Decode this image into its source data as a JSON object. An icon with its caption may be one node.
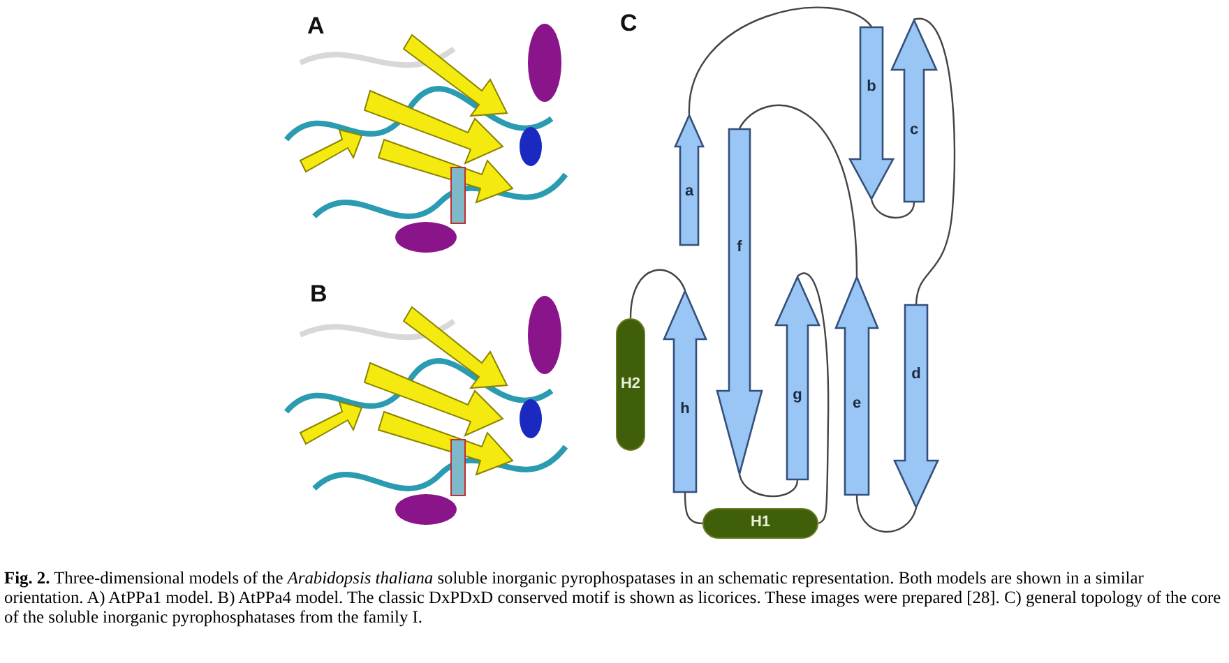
{
  "diagram": {
    "caption": "**Fig. 2.** Three-dimensional models of the *Arabidopsis thaliana* soluble inorganic pyrophospatases in an schematic representation. Both models are shown in a similar orientation. A) AtPPa1 model. B) AtPPa4 model. The classic DxPDxD conserved motif is shown as licorices. These images were prepared [28]. C) general topology of the core of the soluble inorganic pyrophosphatases from the family I.",
    "nodes": [
      {
        "text": [
          "a"
        ]
      },
      {
        "text": [
          "b"
        ]
      },
      {
        "text": [
          "c"
        ]
      },
      {
        "text": [
          "d"
        ]
      },
      {
        "text": [
          "e"
        ]
      },
      {
        "text": [
          "f"
        ]
      },
      {
        "text": [
          "g"
        ]
      },
      {
        "text": [
          "h"
        ]
      },
      {
        "text": [
          "H1"
        ]
      },
      {
        "text": [
          "H2"
        ]
      }
    ],
    "edges": [
      {
        "from": 0,
        "to": 1,
        "arrow": "none"
      },
      {
        "from": 1,
        "to": 2,
        "arrow": "none"
      },
      {
        "from": 2,
        "to": 3,
        "arrow": "none"
      },
      {
        "from": 3,
        "to": 4,
        "arrow": "none"
      },
      {
        "from": 4,
        "to": 5,
        "arrow": "none"
      },
      {
        "from": 5,
        "to": 6,
        "arrow": "none"
      },
      {
        "from": 6,
        "to": 8,
        "arrow": "none"
      },
      {
        "from": 8,
        "to": 7,
        "arrow": "none"
      },
      {
        "from": 7,
        "to": 9,
        "arrow": "none"
      }
    ],
    "labels": [
      "A",
      "C",
      "B"
    ]
  }
}
